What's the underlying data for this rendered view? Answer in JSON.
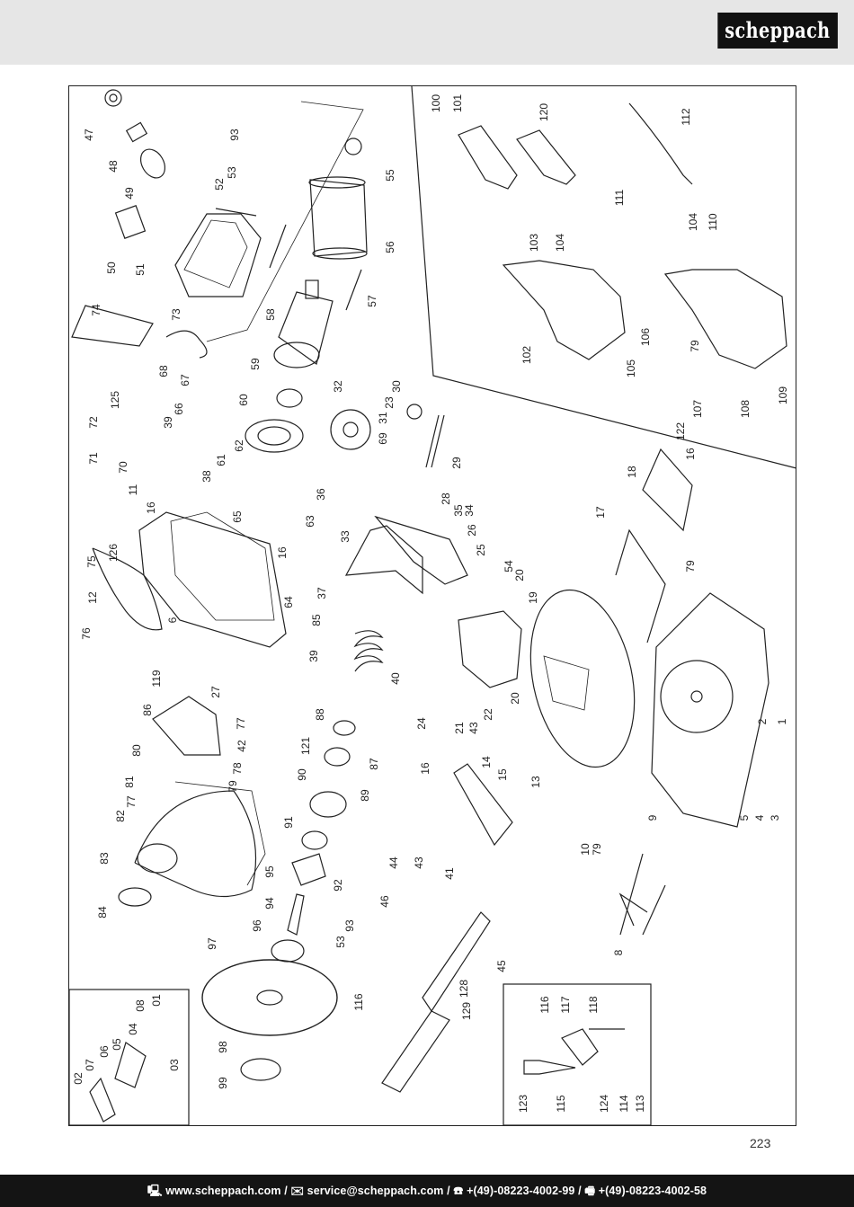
{
  "header": {
    "brand": "scheppach"
  },
  "page": {
    "number": "223"
  },
  "footer": {
    "web": "www.scheppach.com",
    "email": "service@scheppach.com",
    "phone": "+(49)-08223-4002-99",
    "fax": "+(49)-08223-4002-58"
  },
  "labels": [
    "47",
    "48",
    "49",
    "50",
    "51",
    "74",
    "73",
    "93",
    "52",
    "53",
    "55",
    "56",
    "57",
    "58",
    "100",
    "101",
    "120",
    "112",
    "111",
    "104",
    "110",
    "103",
    "102",
    "104",
    "106",
    "79",
    "105",
    "107",
    "122",
    "108",
    "109",
    "68",
    "125",
    "67",
    "72",
    "39",
    "66",
    "71",
    "70",
    "11",
    "16",
    "38",
    "61",
    "62",
    "60",
    "59",
    "32",
    "23",
    "30",
    "31",
    "69",
    "29",
    "36",
    "33",
    "28",
    "35",
    "34",
    "26",
    "25",
    "63",
    "65",
    "16",
    "126",
    "75",
    "12",
    "6",
    "76",
    "64",
    "18",
    "16",
    "17",
    "79",
    "37",
    "85",
    "39",
    "40",
    "54",
    "20",
    "19",
    "119",
    "86",
    "27",
    "77",
    "42",
    "78",
    "80",
    "79",
    "81",
    "24",
    "21",
    "43",
    "22",
    "20",
    "14",
    "16",
    "15",
    "13",
    "88",
    "121",
    "87",
    "90",
    "89",
    "91",
    "92",
    "95",
    "94",
    "93",
    "53",
    "96",
    "97",
    "2",
    "1",
    "9",
    "5",
    "4",
    "3",
    "10",
    "79",
    "8",
    "44",
    "43",
    "41",
    "46",
    "45",
    "82",
    "77",
    "83",
    "84",
    "116",
    "128",
    "129",
    "98",
    "99",
    "08",
    "01",
    "06",
    "05",
    "04",
    "03",
    "07",
    "02",
    "116",
    "117",
    "118",
    "123",
    "115",
    "124",
    "114",
    "113"
  ]
}
